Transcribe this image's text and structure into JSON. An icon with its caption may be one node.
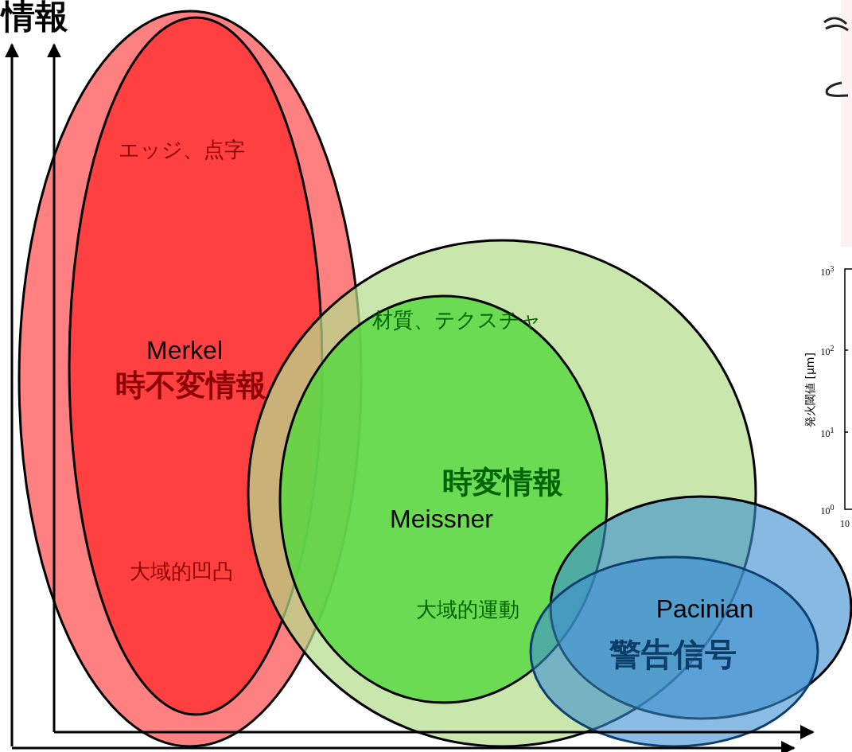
{
  "diagram": {
    "title": "情報",
    "nodes": [
      {
        "text": [],
        "shape": "ellipse"
      },
      {
        "text": [
          "エッジ、点字",
          "Merkel",
          "時不変情報",
          "大域的凹凸"
        ],
        "in": 0
      },
      {
        "text": [],
        "shape": "ellipse"
      },
      {
        "text": [
          "材質、テクスチャ",
          "時変情報",
          "Meissner",
          "大域的運動"
        ],
        "in": 2
      },
      {
        "text": [],
        "shape": "ellipse"
      },
      {
        "text": [
          "Pacinian",
          "警告信号"
        ]
      }
    ],
    "labels": [
      "10$^{3}$",
      "10$^{2}$",
      "発火閾値 [μm]",
      "10$^{1}$",
      "10$^{0}$",
      "10"
    ]
  }
}
